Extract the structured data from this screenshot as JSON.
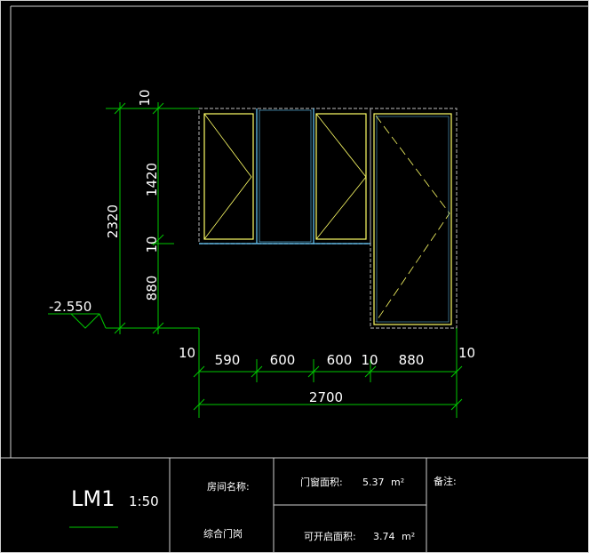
{
  "drawing": {
    "dims_vertical": {
      "total": "2320",
      "top_gap": "10",
      "upper": "1420",
      "mid_gap": "10",
      "lower": "880"
    },
    "elevation": "-2.550",
    "dims_horizontal": {
      "left_gap": "10",
      "seg1": "590",
      "seg2": "600",
      "seg3": "600",
      "seg4_gap": "10",
      "seg5": "880",
      "right_gap": "10",
      "total": "2700"
    }
  },
  "title_block": {
    "code": "LM1",
    "scale": "1:50",
    "room_name_label": "房间名称:",
    "room_name_value": "综合门岗",
    "opening_area_label": "门窗面积:",
    "opening_area_value": "5.37",
    "operable_area_label": "可开启面积:",
    "operable_area_value": "3.74",
    "area_unit": "m²",
    "remarks_label": "备注:"
  },
  "colors": {
    "dimension": "#00c800",
    "frame": "#9a9a9a",
    "sash": "#ffff66",
    "glass": "#66ccff",
    "background": "#000000"
  }
}
